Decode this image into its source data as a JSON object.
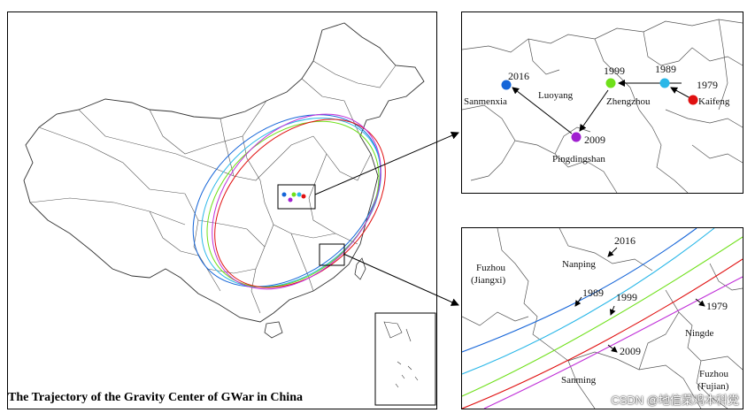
{
  "main": {
    "title": "The Trajectory of the Gravity Center of GWar in China"
  },
  "inset_top": {
    "points": [
      {
        "year": "2016",
        "city": "Sanmenxia",
        "color": "#1565d8"
      },
      {
        "year": "1999",
        "city": "Zhengzhou",
        "color": "#6fe01a"
      },
      {
        "year": "1989",
        "city": "",
        "color": "#2ab7e8"
      },
      {
        "year": "1979",
        "city": "Kaifeng",
        "color": "#e01010"
      },
      {
        "year": "2009",
        "city": "Pingdingshan",
        "color": "#a020d0"
      }
    ],
    "place_labels": [
      "Luoyang"
    ]
  },
  "inset_bottom": {
    "ellipse_years": [
      "2016",
      "1989",
      "1999",
      "1979",
      "2009"
    ],
    "place_labels": [
      "Fuzhou",
      "(Jiangxi)",
      "Nanping",
      "Sanming",
      "Ningde",
      "Fuzhou",
      "(Fujian)"
    ]
  },
  "ellipse_colors": {
    "2016": "#1565d8",
    "1989": "#2ab7e8",
    "1999": "#6fe01a",
    "1979": "#e01010",
    "2009": "#c030d8"
  },
  "watermark": "CSDN @地信菜鸡本科党"
}
